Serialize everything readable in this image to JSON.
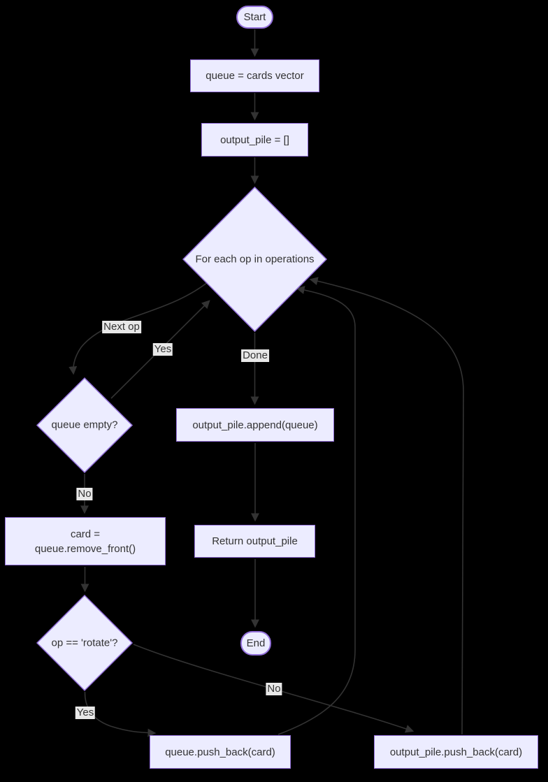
{
  "diagram": {
    "type": "flowchart",
    "background": "#000000",
    "node_fill": "#ECECFF",
    "node_border": "#9370DB",
    "text_color": "#333333",
    "edge_color": "#333333",
    "edge_label_bg": "#e8e8e8",
    "nodes": {
      "start": {
        "label": "Start",
        "shape": "stadium"
      },
      "init_queue": {
        "label": "queue = cards vector",
        "shape": "rect"
      },
      "init_output_pile": {
        "label": "output_pile = []",
        "shape": "rect"
      },
      "loop": {
        "label": "For each op in operations",
        "shape": "diamond"
      },
      "queue_empty": {
        "label": "queue empty?",
        "shape": "diamond"
      },
      "append_queue": {
        "label": "output_pile.append(queue)",
        "shape": "rect"
      },
      "remove_front": {
        "line1": "card =",
        "line2": "queue.remove_front()",
        "shape": "rect"
      },
      "return_output": {
        "label": "Return output_pile",
        "shape": "rect"
      },
      "op_rotate": {
        "label": "op == 'rotate'?",
        "shape": "diamond"
      },
      "end": {
        "label": "End",
        "shape": "stadium"
      },
      "queue_push_back": {
        "label": "queue.push_back(card)",
        "shape": "rect"
      },
      "output_pile_push_back": {
        "label": "output_pile.push_back(card)",
        "shape": "rect"
      }
    },
    "edge_labels": {
      "next_op": "Next op",
      "queue_empty_yes": "Yes",
      "loop_done": "Done",
      "queue_empty_no": "No",
      "rotate_yes": "Yes",
      "rotate_no": "No"
    }
  }
}
